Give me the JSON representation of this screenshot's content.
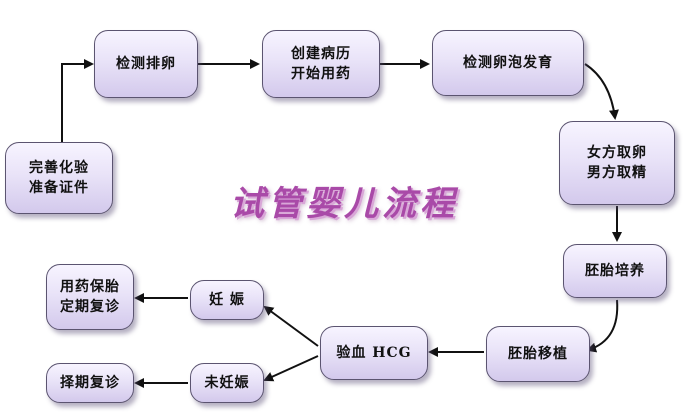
{
  "title": "试管婴儿流程",
  "nodes": {
    "prep": {
      "line1": "完善化验",
      "line2": "准备证件"
    },
    "ovulation_test": {
      "label": "检测排卵"
    },
    "create_record": {
      "line1": "创建病历",
      "line2": "开始用药"
    },
    "follicle_monitor": {
      "label": "检测卵泡发育"
    },
    "retrieval": {
      "line1": "女方取卵",
      "line2": "男方取精"
    },
    "embryo_culture": {
      "label": "胚胎培养"
    },
    "embryo_transfer": {
      "label": "胚胎移植"
    },
    "blood_hcg": {
      "label": "验血 HCG"
    },
    "pregnant": {
      "label": "妊 娠"
    },
    "not_pregnant": {
      "label": "未妊娠"
    },
    "medication_followup": {
      "line1": "用药保胎",
      "line2": "定期复诊"
    },
    "scheduled_followup": {
      "label": "择期复诊"
    }
  },
  "colors": {
    "box_top": "#f7f4ff",
    "box_bottom": "#d3c9ec",
    "box_border": "#5b5470",
    "arrow": "#111111",
    "title": "#a94aa8"
  }
}
